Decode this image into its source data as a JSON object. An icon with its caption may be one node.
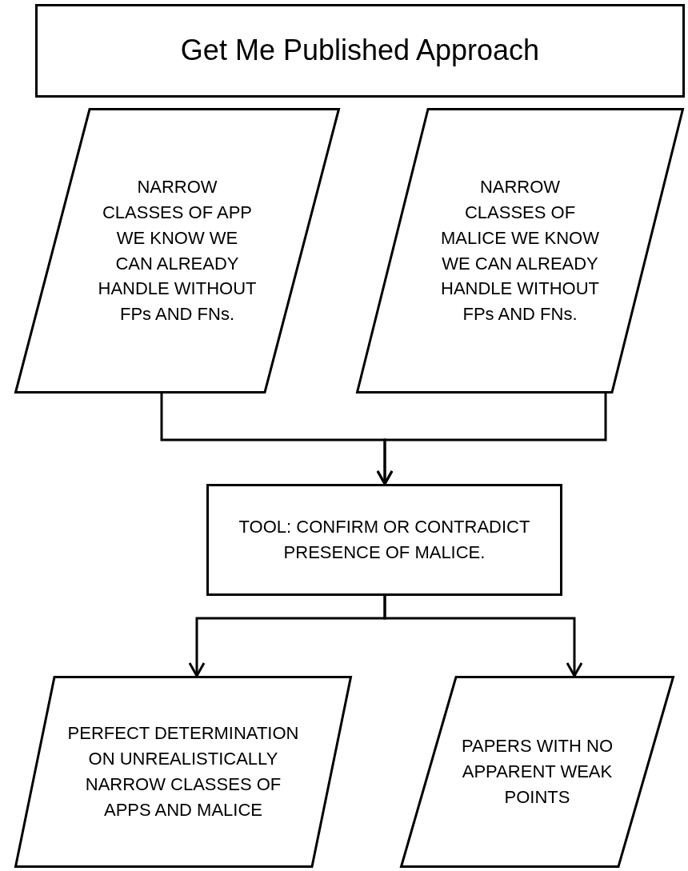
{
  "diagram": {
    "nodes": [
      {
        "text": [
          "Get Me Published Approach"
        ]
      },
      {
        "text": [
          "NARROW CLASSES OF APP WE KNOW WE CAN ALREADY HANDLE WITHOUT FPs AND FNs."
        ]
      },
      {
        "text": [
          "NARROW CLASSES OF MALICE WE KNOW WE CAN ALREADY HANDLE WITHOUT FPs AND FNs."
        ]
      },
      {
        "text": [
          "TOOL:  CONFIRM OR CONTRADICT PRESENCE OF MALICE."
        ]
      },
      {
        "text": [
          "PERFECT DETERMINATION ON UNREALISTICALLY NARROW CLASSES OF APPS AND MALICE"
        ]
      },
      {
        "text": [
          "PAPERS WITH NO APPARENT WEAK POINTS"
        ]
      }
    ],
    "edges": [
      {
        "from": 1,
        "to": 3,
        "arrow": "to"
      },
      {
        "from": 2,
        "to": 3,
        "arrow": "to"
      },
      {
        "from": 3,
        "to": 4,
        "arrow": "to"
      },
      {
        "from": 3,
        "to": 5,
        "arrow": "to"
      }
    ]
  }
}
